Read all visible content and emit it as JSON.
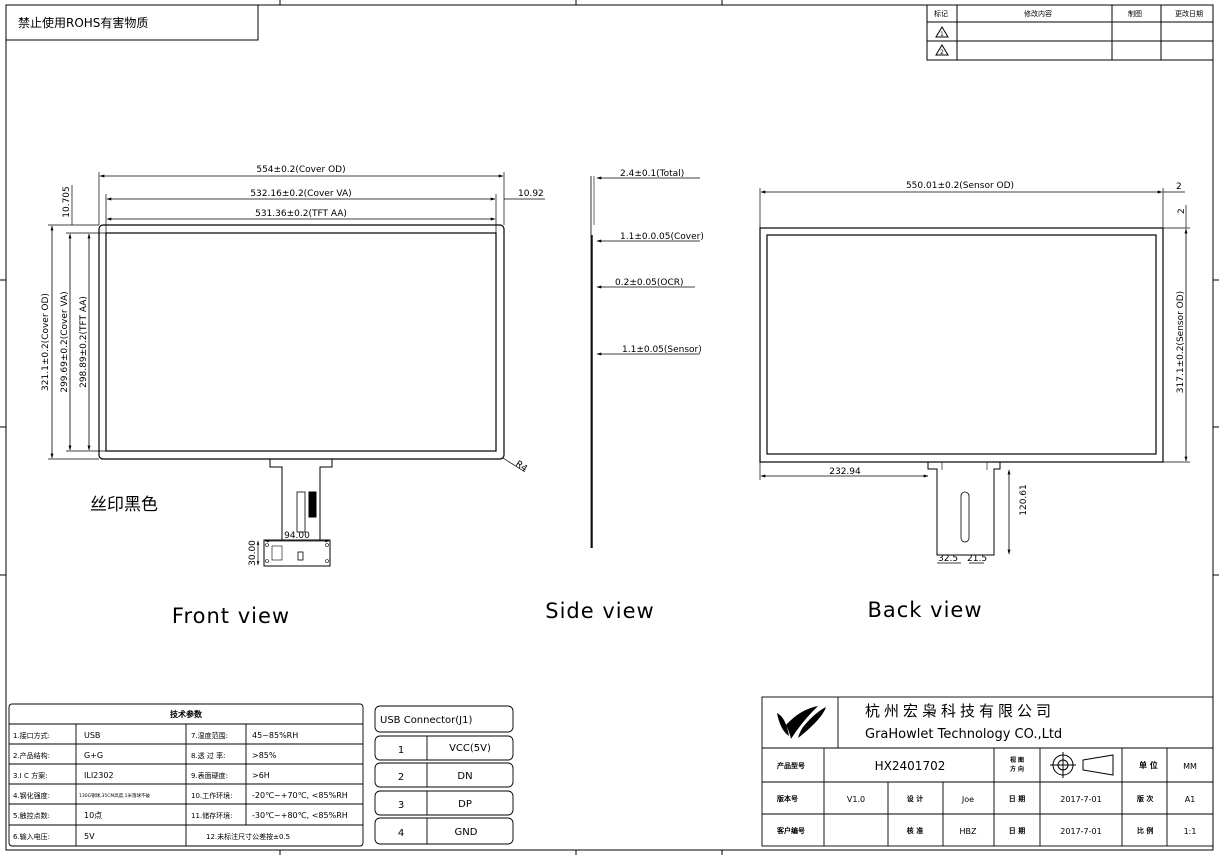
{
  "header": {
    "rohs_note": "禁止使用ROHS有害物质"
  },
  "revision_table": {
    "headers": [
      "标记",
      "修改内容",
      "制图",
      "更改日期"
    ],
    "rows": [
      "1",
      "2"
    ]
  },
  "front_view": {
    "label": "Front view",
    "dims": {
      "cover_od_w": "554±0.2(Cover OD)",
      "cover_va_w": "532.16±0.2(Cover VA)",
      "tft_aa_w": "531.36±0.2(TFT AA)",
      "right_offset": "10.92",
      "top_offset": "10.705",
      "cover_od_h": "321.1±0.2(Cover OD)",
      "cover_va_h": "299.69±0.2(Cover VA)",
      "tft_aa_h": "298.89±0.2(TFT AA)",
      "corner_r": "R4",
      "fpc_w": "94.00",
      "fpc_h": "30.00"
    },
    "print_note": "丝印黑色"
  },
  "side_view": {
    "label": "Side view",
    "dims": {
      "total": "2.4±0.1(Total)",
      "cover": "1.1±0.0.05(Cover)",
      "ocr": "0.2±0.05(OCR)",
      "sensor": "1.1±0.05(Sensor)"
    }
  },
  "back_view": {
    "label": "Back view",
    "dims": {
      "sensor_od_w": "550.01±0.2(Sensor OD)",
      "right_gap": "2",
      "top_gap": "2",
      "sensor_od_h": "317.1±0.2(Sensor OD)",
      "fpc_offset": "232.94",
      "fpc_len": "120.61",
      "fpc_w1": "32.5",
      "fpc_w2": "21.5"
    }
  },
  "spec_table": {
    "title": "技术参数",
    "rows": [
      [
        "1.接口方式:",
        "USB",
        "7.湿度范围:",
        "45~85%RH"
      ],
      [
        "2.产品结构:",
        "G+G",
        "8.透 过 率:",
        ">85%"
      ],
      [
        "3.I C 方案:",
        "ILI2302",
        "9.表面硬度:",
        ">6H"
      ],
      [
        "4.钢化强度:",
        "130G钢球,35CM高度,1米落球不破",
        "10.工作环境:",
        "-20℃~+70℃, <85%RH"
      ],
      [
        "5.触控点数:",
        "10点",
        "11.储存环境:",
        "-30℃~+80℃, <85%RH"
      ],
      [
        "6.输入电压:",
        "5V",
        "12.未标注尺寸公差按±0.5",
        ""
      ]
    ]
  },
  "usb_connector": {
    "title": "USB Connector(J1)",
    "pins": [
      {
        "num": "1",
        "name": "VCC(5V)"
      },
      {
        "num": "2",
        "name": "DN"
      },
      {
        "num": "3",
        "name": "DP"
      },
      {
        "num": "4",
        "name": "GND"
      }
    ]
  },
  "title_block": {
    "company_cn": "杭州宏枭科技有限公司",
    "company_en": "GraHowlet Technology CO.,Ltd",
    "rows": [
      {
        "l1": "产品型号",
        "v1": "HX2401702",
        "l2": "视 图\n方 向",
        "l3": "单 位",
        "v3": "MM"
      },
      {
        "l1": "版本号",
        "v1": "V1.0",
        "l1b": "设 计",
        "v1b": "Joe",
        "l2": "日 期",
        "v2": "2017-7-01",
        "l3": "版 次",
        "v3": "A1"
      },
      {
        "l1": "客户编号",
        "v1": "",
        "l1b": "核 准",
        "v1b": "HBZ",
        "l2": "日 期",
        "v2": "2017-7-01",
        "l3": "比 例",
        "v3": "1:1"
      }
    ],
    "view_dir_a": "视 图",
    "view_dir_b": "方 向"
  }
}
